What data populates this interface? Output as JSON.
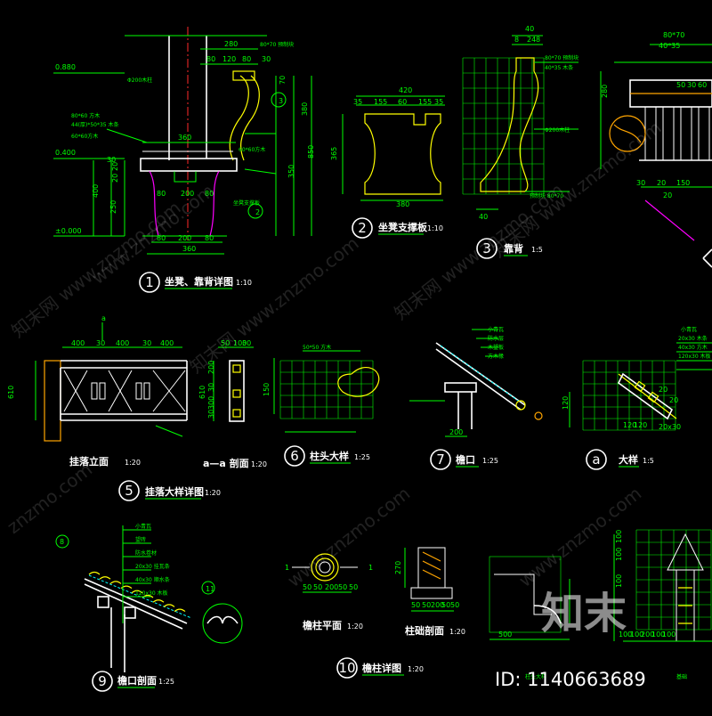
{
  "details": [
    {
      "num": "1",
      "title": "坐凳、靠背详图",
      "scale": "1:10"
    },
    {
      "num": "2",
      "title": "坐凳支撑板",
      "scale": "1:10"
    },
    {
      "num": "3",
      "title": "靠背",
      "scale": "1:5"
    },
    {
      "num": "5",
      "title": "挂落大样详图",
      "scale": "1:20"
    },
    {
      "num": "6",
      "title": "柱头大样",
      "scale": "1:25"
    },
    {
      "num": "7",
      "title": "檐口",
      "scale": "1:25"
    },
    {
      "num": "a",
      "title": "大样",
      "scale": "1:5"
    },
    {
      "num": "9",
      "title": "檐口剖面",
      "scale": "1:25"
    },
    {
      "num": "10",
      "title": "檐柱详图",
      "scale": "1:20"
    }
  ],
  "sublabels": {
    "guaLuoFront": {
      "title": "挂落立面",
      "scale": "1:20"
    },
    "aaSection": {
      "title": "a—a 剖面",
      "scale": "1:20"
    },
    "columnPlan": {
      "title": "檐柱平面",
      "scale": "1:20"
    },
    "columnBase": {
      "title": "柱础剖面",
      "scale": "1:20"
    }
  },
  "detail1": {
    "levels": [
      "0.880",
      "0.400",
      "±0.000"
    ],
    "dims": [
      "280",
      "80",
      "120",
      "80",
      "30",
      "70",
      "380",
      "80",
      "200",
      "80",
      "360",
      "350",
      "20",
      "20",
      "30",
      "400",
      "250",
      "850",
      "80",
      "200",
      "80",
      "360"
    ],
    "notes": [
      "Φ200木柱",
      "80*70 预制块",
      "80*60 方木",
      "44(厚)*50*35 木条",
      "60*60方木",
      "60*60方木",
      "坐凳支撑板"
    ],
    "markers": [
      "3",
      "2"
    ]
  },
  "detail2": {
    "dims": [
      "420",
      "35",
      "155",
      "60",
      "155",
      "35",
      "380",
      "365"
    ]
  },
  "detail3": {
    "dims": [
      "40",
      "8",
      "24",
      "8",
      "40"
    ],
    "notes": [
      "80*70 预制块",
      "40*35 木条",
      "Φ200木柱",
      "预制块 80*70"
    ]
  },
  "detail4": {
    "dims": [
      "80*70",
      "40*35",
      "280",
      "50",
      "30",
      "60",
      "30",
      "20",
      "150",
      "20",
      "40"
    ]
  },
  "detail5": {
    "dims": [
      "400",
      "30",
      "400",
      "30",
      "400",
      "610",
      "50",
      "100",
      "30",
      "610",
      "200",
      "30",
      "300",
      "30"
    ],
    "marker": "a"
  },
  "detail6": {
    "dims": [
      "150"
    ],
    "note": "50*50 方木"
  },
  "detail7": {
    "dims": [
      "200"
    ],
    "notes": [
      "小青瓦",
      "防水层",
      "木望板",
      "方木椽"
    ]
  },
  "detailA": {
    "dims": [
      "120",
      "20",
      "20",
      "120",
      "120",
      "20x30"
    ],
    "notes": [
      "小青瓦",
      "20x30 木条",
      "40x30 方木",
      "120x30 木板"
    ]
  },
  "detail9": {
    "notes": [
      "小青瓦",
      "望砖",
      "防水卷材",
      "20x30 挂瓦条",
      "40x30 顺水条",
      "120x30 木板"
    ],
    "markers": [
      "8",
      "11"
    ]
  },
  "detail10": {
    "dims": [
      "50",
      "50",
      "200",
      "50",
      "50"
    ],
    "markers": [
      "1",
      "1"
    ]
  },
  "detailColumnBase": {
    "dims": [
      "270",
      "50",
      "50",
      "200",
      "50",
      "50"
    ]
  },
  "bottomRight": {
    "dims": [
      "500",
      "100",
      "100",
      "200",
      "100",
      "100",
      "100",
      "100",
      "100"
    ],
    "captions": [
      "柱头大样",
      "基础"
    ]
  },
  "watermarks": [
    "知末网 www.znzmo.com",
    "知末网 www.znzmo.com",
    "知末网 www.znzmo.com",
    "知末网 www.znzmo.com",
    "www.znzmo.com",
    "www.znzmo.com",
    "www.znzmo.com",
    "znzmo.com"
  ],
  "logo": "知末",
  "idLabel": "ID: 1140663689"
}
